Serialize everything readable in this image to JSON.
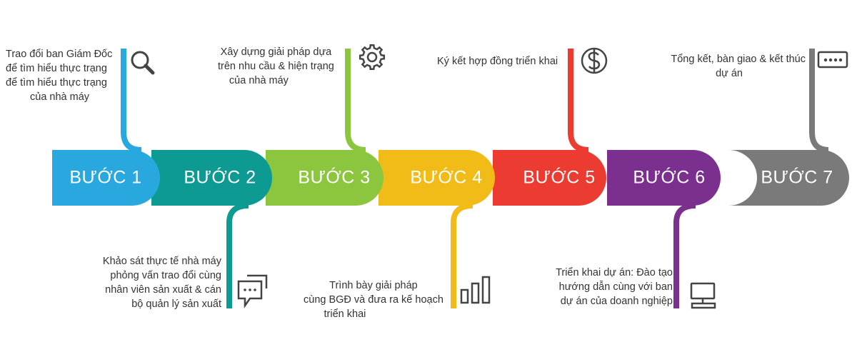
{
  "steps": [
    {
      "label": "BƯỚC 1",
      "color": "#29a8e0",
      "icon": "search-icon",
      "desc": [
        "Trao đổi ban Giám Đốc",
        "để tìm hiểu thực trạng",
        "để tìm hiểu thực trạng",
        "của nhà máy"
      ]
    },
    {
      "label": "BƯỚC 2",
      "color": "#0c9a93",
      "icon": "chat-bubbles-icon",
      "desc": [
        "Khảo sát thực tế nhà máy",
        "phỏng vấn trao đổi cùng",
        "nhân viên sản xuất & cán",
        "bộ quản lý sản xuất"
      ]
    },
    {
      "label": "BƯỚC 3",
      "color": "#8cc63f",
      "icon": "gear-icon",
      "desc": [
        "Xây dựng giải pháp dựa",
        "trên nhu cầu & hiện trạng",
        "của nhà máy"
      ]
    },
    {
      "label": "BƯỚC 4",
      "color": "#f1bc17",
      "icon": "bar-chart-icon",
      "desc": [
        "Trình bày giải pháp",
        "cùng BGĐ và đưa ra kế hoạch",
        "triển khai"
      ]
    },
    {
      "label": "BƯỚC 5",
      "color": "#ec3c31",
      "icon": "dollar-icon",
      "desc": [
        "Ký kết hợp đồng triển khai"
      ]
    },
    {
      "label": "BƯỚC 6",
      "color": "#7b2f8e",
      "icon": "monitor-icon",
      "desc": [
        "Triển khai dự án: Đào tạo",
        "hướng dẫn cùng với ban",
        "dự án của doanh nghiệp"
      ]
    },
    {
      "label": "BƯỚC 7",
      "color": "#7a7a7a",
      "icon": "password-field-icon",
      "desc": [
        "Tổng kết, bàn giao & kết thúc",
        "dự án"
      ]
    }
  ],
  "text_color": "#333333",
  "icon_color": "#444444"
}
